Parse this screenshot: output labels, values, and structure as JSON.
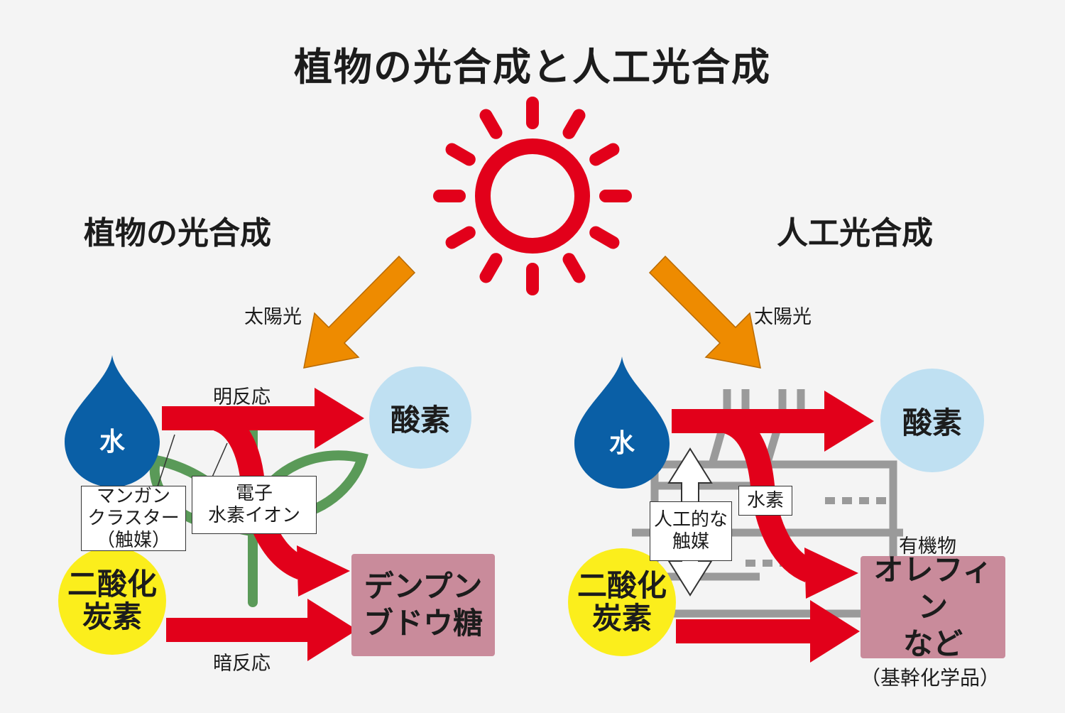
{
  "title": "植物の光合成と人工光合成",
  "left": {
    "heading": "植物の光合成",
    "sunlight": "太陽光",
    "water": "水",
    "light_reaction": "明反応",
    "oxygen": "酸素",
    "catalyst_lines": [
      "マンガン",
      "クラスター",
      "（触媒）"
    ],
    "electron_lines": [
      "電子",
      "水素イオン"
    ],
    "co2_lines": [
      "二酸化",
      "炭素"
    ],
    "product_lines": [
      "デンプン",
      "ブドウ糖"
    ],
    "dark_reaction": "暗反応"
  },
  "right": {
    "heading": "人工光合成",
    "sunlight": "太陽光",
    "water": "水",
    "oxygen": "酸素",
    "hydrogen": "水素",
    "catalyst_lines": [
      "人工的な",
      "触媒"
    ],
    "organic_label": "有機物",
    "co2_lines": [
      "二酸化",
      "炭素"
    ],
    "product_lines": [
      "オレフィン",
      "など"
    ],
    "product_note": "（基幹化学品）"
  },
  "colors": {
    "sun": "#e2001a",
    "arrow_red": "#e2001a",
    "arrow_orange": "#ee8b00",
    "water_drop": "#0a5fa6",
    "oxygen_circle": "#bfe0f2",
    "co2_circle": "#fbee1c",
    "product_box": "#c98b9b",
    "plant": "#5a9a58",
    "factory": "#9a9a9a"
  },
  "icons": [
    "sun-icon",
    "water-drop-icon",
    "plant-icon",
    "factory-icon",
    "double-arrow-icon"
  ]
}
